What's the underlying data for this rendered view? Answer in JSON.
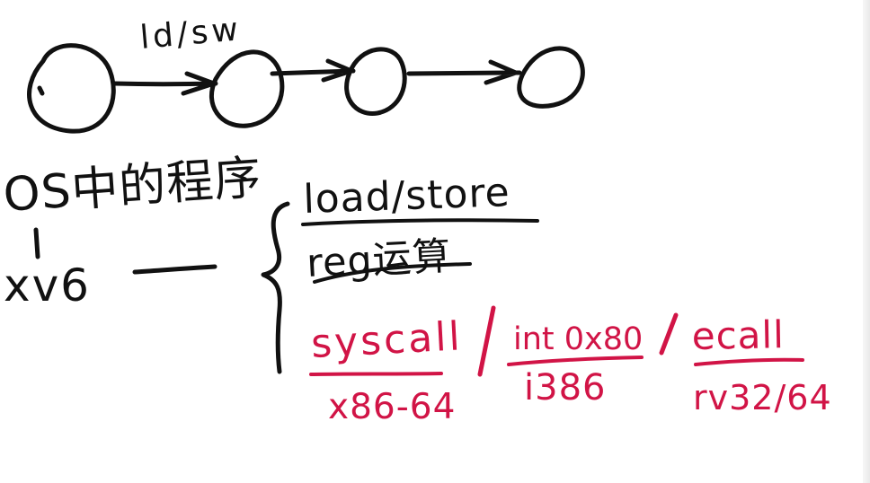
{
  "labels": {
    "edge_label": "ld/sw",
    "os_label": "OS中的程序",
    "xv6_label": "xv6",
    "load_store": "load/store",
    "reg_ops": "reg运算",
    "syscall": "syscall",
    "x86_64": "x86-64",
    "int_0x80": "int 0x80",
    "i386": "i386",
    "ecall": "ecall",
    "rv32_64": "rv32/64"
  },
  "colors": {
    "black_ink": "#111111",
    "red_ink": "#d11446",
    "background": "#ffffff"
  },
  "diagram": {
    "type": "state-chain",
    "state_count": 4,
    "edge_count": 3
  }
}
